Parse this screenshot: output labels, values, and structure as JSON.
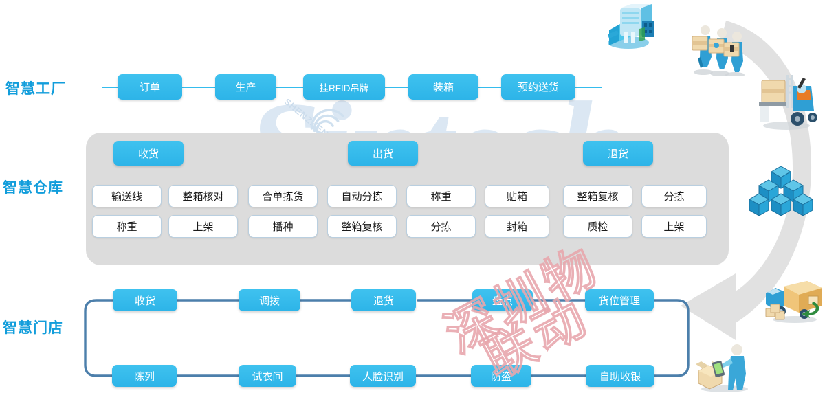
{
  "diagram": {
    "title_watermark": "Sintech",
    "watermark_sub": "SHENZHEN SINTECH",
    "watermark_red_line1": "深圳物",
    "watermark_red_line2": "联动",
    "colors": {
      "pill_blue": "#35bced",
      "label_blue": "#119ddb",
      "panel_grey": "#dcdcdc",
      "store_line": "#4c7fab",
      "factory_line": "#35bced",
      "box_border": "#b9cfe0",
      "arrow_grey": "#dddddd"
    }
  },
  "sections": {
    "factory": {
      "label": "智慧工厂",
      "steps": [
        {
          "label": "订单"
        },
        {
          "label": "生产"
        },
        {
          "label": "挂RFID吊牌"
        },
        {
          "label": "装箱"
        },
        {
          "label": "预约送货"
        }
      ]
    },
    "warehouse": {
      "label": "智慧仓库",
      "groups": [
        {
          "label": "收货"
        },
        {
          "label": "出货"
        },
        {
          "label": "退货"
        }
      ],
      "row1": [
        {
          "label": "输送线"
        },
        {
          "label": "整箱核对"
        },
        {
          "label": "合单拣货"
        },
        {
          "label": "自动分拣"
        },
        {
          "label": "称重"
        },
        {
          "label": "贴箱"
        },
        {
          "label": "整箱复核"
        },
        {
          "label": "分拣"
        }
      ],
      "row2": [
        {
          "label": "称重"
        },
        {
          "label": "上架"
        },
        {
          "label": "播种"
        },
        {
          "label": "整箱复核"
        },
        {
          "label": "分拣"
        },
        {
          "label": "封箱"
        },
        {
          "label": "质检"
        },
        {
          "label": "上架"
        }
      ]
    },
    "store": {
      "label": "智慧门店",
      "row_top": [
        {
          "label": "收货"
        },
        {
          "label": "调拨"
        },
        {
          "label": "退货"
        },
        {
          "label": "盘点"
        },
        {
          "label": "货位管理"
        }
      ],
      "row_bottom": [
        {
          "label": "陈列"
        },
        {
          "label": "试衣间"
        },
        {
          "label": "人脸识别"
        },
        {
          "label": "防盗"
        },
        {
          "label": "自助收银"
        }
      ]
    }
  },
  "illustrations": [
    {
      "name": "factory-building-illustration"
    },
    {
      "name": "workers-with-boxes-illustration"
    },
    {
      "name": "forklift-illustration"
    },
    {
      "name": "stacked-boxes-illustration"
    },
    {
      "name": "delivery-truck-illustration"
    },
    {
      "name": "customer-scanning-illustration"
    }
  ]
}
